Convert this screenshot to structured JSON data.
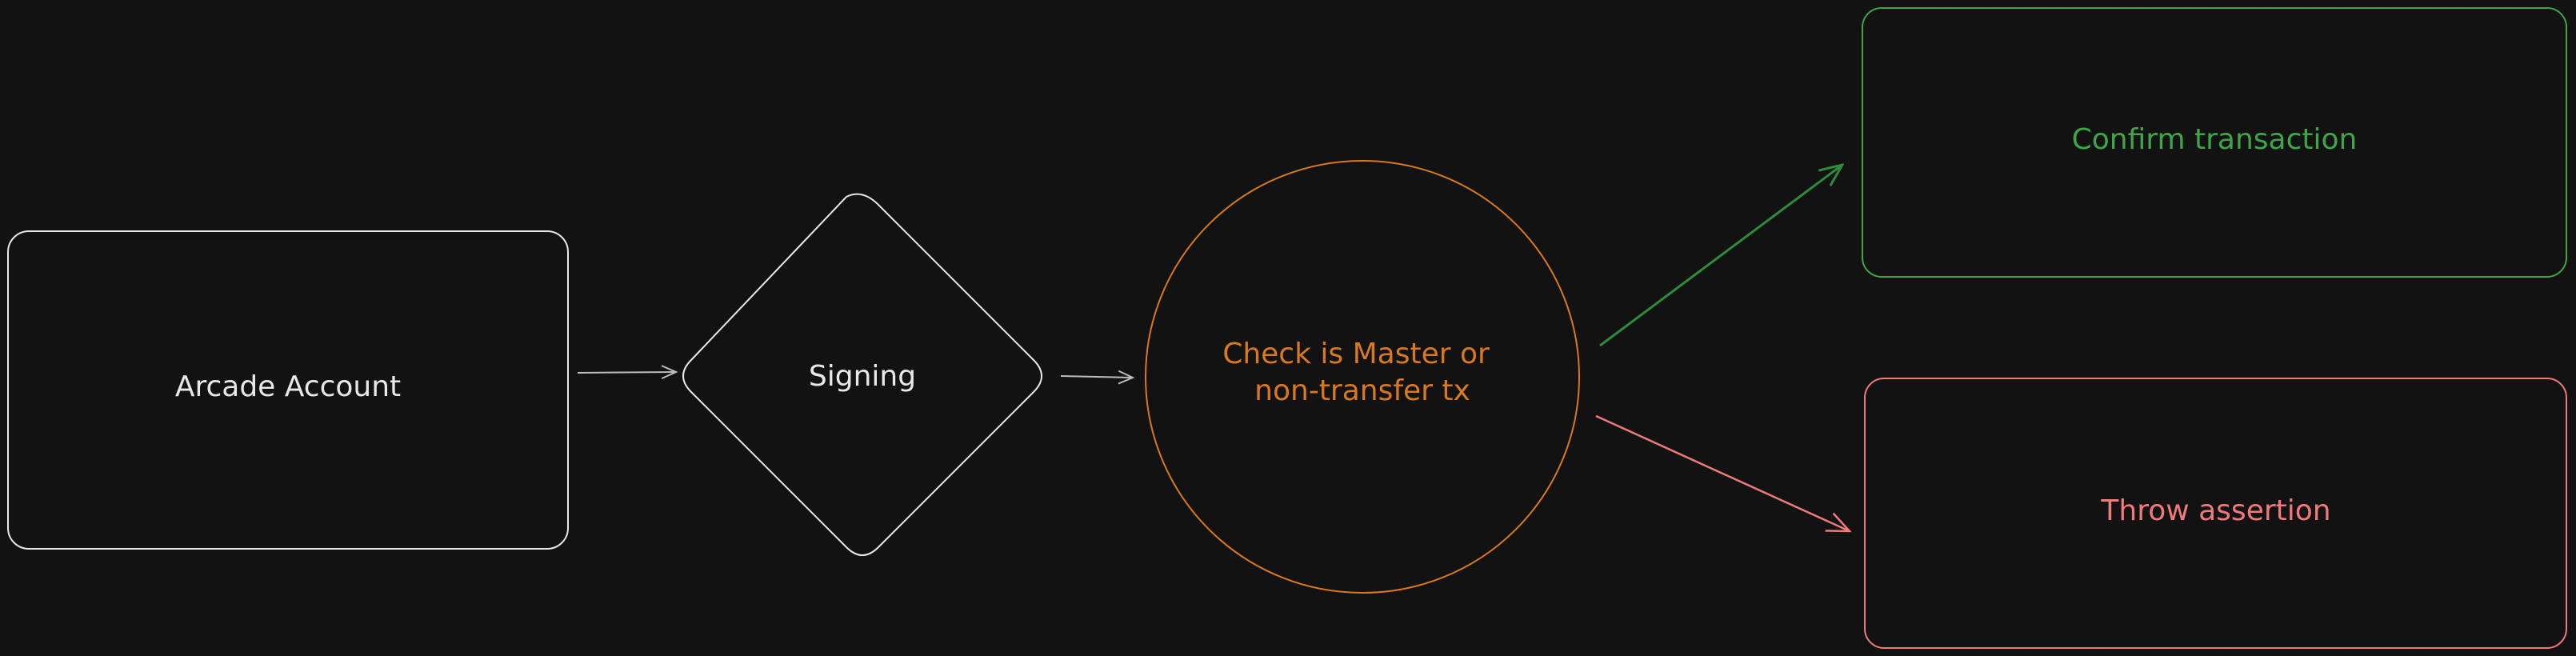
{
  "diagram": {
    "nodes": {
      "account": {
        "label": "Arcade Account",
        "color": "#e8e8e8",
        "shape": "rounded-rectangle"
      },
      "signing": {
        "label": "Signing",
        "color": "#e8e8e8",
        "shape": "diamond"
      },
      "check": {
        "label_line1": "Check is Master or",
        "label_line2": "non-transfer tx",
        "color": "#d9791f",
        "shape": "circle"
      },
      "confirm": {
        "label": "Confirm transaction",
        "color": "#3fa548",
        "shape": "rounded-rectangle"
      },
      "throw": {
        "label": "Throw assertion",
        "color": "#ee7a7a",
        "shape": "rounded-rectangle"
      }
    },
    "edges": [
      {
        "from": "account",
        "to": "signing",
        "color": "#bdbdbd"
      },
      {
        "from": "signing",
        "to": "check",
        "color": "#bdbdbd"
      },
      {
        "from": "check",
        "to": "confirm",
        "color": "#2f8a3a"
      },
      {
        "from": "check",
        "to": "throw",
        "color": "#ee7a7a"
      }
    ]
  }
}
